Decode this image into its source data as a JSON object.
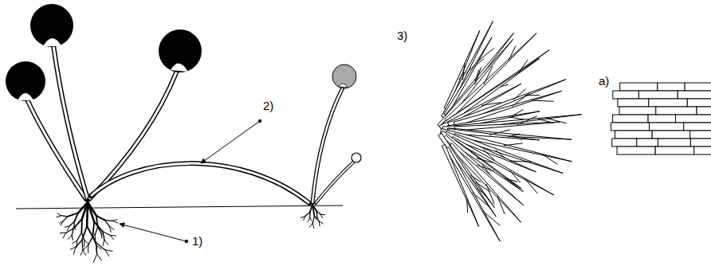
{
  "diagram": {
    "labels": [
      "1)",
      "2)",
      "3)",
      "a)"
    ]
  }
}
